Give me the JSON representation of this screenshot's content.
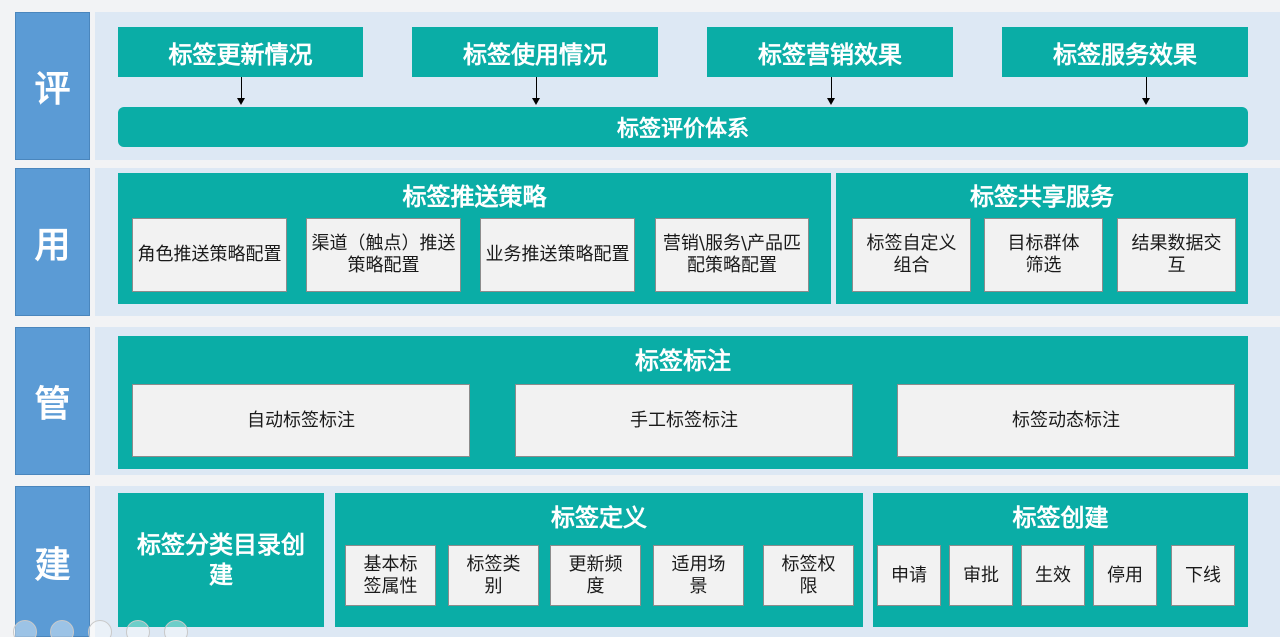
{
  "layers": {
    "evaluate": "评",
    "use": "用",
    "manage": "管",
    "build": "建"
  },
  "evaluate": {
    "top_boxes": [
      "标签更新情况",
      "标签使用情况",
      "标签营销效果",
      "标签服务效果"
    ],
    "system_bar": "标签评价体系"
  },
  "use": {
    "push": {
      "title": "标签推送策略",
      "items": [
        "角色推送策略配置",
        "渠道（触点）推送策略配置",
        "业务推送策略配置",
        "营销\\服务\\产品匹配策略配置"
      ]
    },
    "share": {
      "title": "标签共享服务",
      "items": [
        "标签自定义组合",
        "目标群体筛选",
        "结果数据交互"
      ]
    }
  },
  "manage": {
    "title": "标签标注",
    "items": [
      "自动标签标注",
      "手工标签标注",
      "标签动态标注"
    ]
  },
  "build": {
    "catalog": "标签分类目录创建",
    "definition": {
      "title": "标签定义",
      "items": [
        "基本标签属性",
        "标签类别",
        "更新频度",
        "适用场景",
        "标签权限"
      ]
    },
    "creation": {
      "title": "标签创建",
      "items": [
        "申请",
        "审批",
        "生效",
        "停用",
        "下线"
      ]
    }
  },
  "colors": {
    "side": "#5b9bd5",
    "band": "#dde8f4",
    "teal": "#0aada6",
    "card": "#f2f2f2"
  }
}
